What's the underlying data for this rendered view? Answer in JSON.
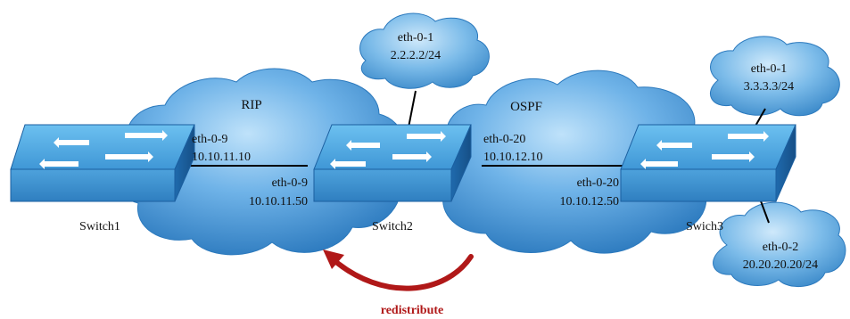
{
  "clouds": {
    "rip": {
      "label": "RIP"
    },
    "ospf": {
      "label": "OSPF"
    },
    "sw2_net": {
      "iface": "eth-0-1",
      "addr": "2.2.2.2/24"
    },
    "sw3_net1": {
      "iface": "eth-0-1",
      "addr": "3.3.3.3/24"
    },
    "sw3_net2": {
      "iface": "eth-0-2",
      "addr": "20.20.20.20/24"
    }
  },
  "switches": [
    {
      "name": "Switch1"
    },
    {
      "name": "Switch2"
    },
    {
      "name": "Swich3"
    }
  ],
  "links": {
    "sw1_side": {
      "iface": "eth-0-9",
      "ip": "10.10.11.10"
    },
    "sw2_rip_side": {
      "iface": "eth-0-9",
      "ip": "10.10.11.50"
    },
    "sw2_ospf_side": {
      "iface": "eth-0-20",
      "ip": "10.10.12.10"
    },
    "sw3_side": {
      "iface": "eth-0-20",
      "ip": "10.10.12.50"
    }
  },
  "redistribute": {
    "label": "redistribute"
  },
  "colors": {
    "cloud_light": "#9fd0f2",
    "cloud_dark": "#2f7fc2",
    "switch_top": "#4aa6e4",
    "switch_side": "#1b5fa0",
    "arrow": "#b01818"
  }
}
